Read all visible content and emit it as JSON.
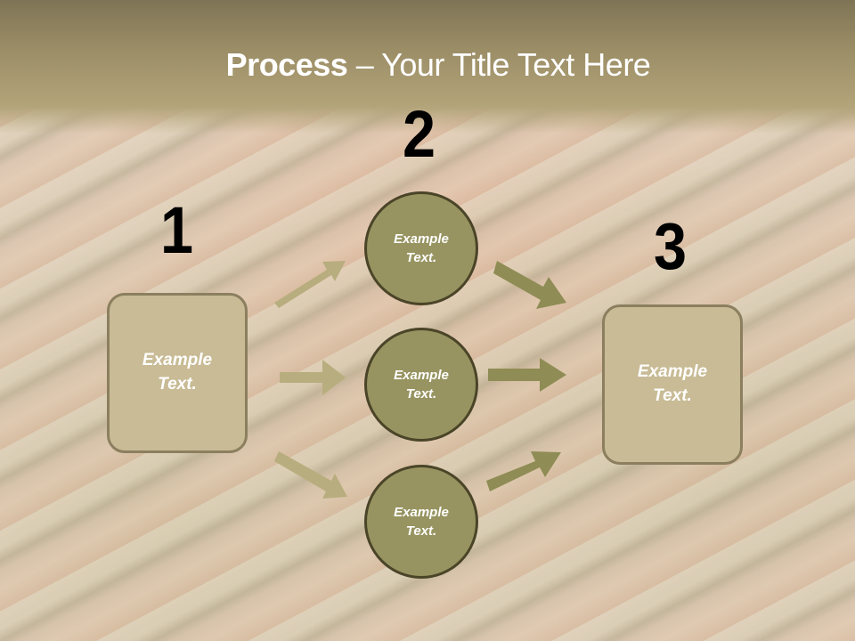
{
  "slide": {
    "title_bold": "Process",
    "title_rest": " – Your Title Text Here",
    "colors": {
      "header_band_top": "#7e7455",
      "header_band_bottom": "#b3a47a",
      "box_fill": "#c8bb95",
      "box_border": "#8b7f5f",
      "circle_fill": "#979461",
      "circle_border": "#4a4428",
      "arrow_left": "#b8ad7e",
      "arrow_right": "#8f8c55",
      "text": "#ffffff",
      "step_number": "#000000"
    }
  },
  "steps": [
    {
      "number": "1",
      "label": "Example\nText."
    },
    {
      "number": "2",
      "label": "Example\nText."
    },
    {
      "number": "3",
      "label": "Example\nText."
    }
  ],
  "middle_circles": [
    {
      "label": "Example\nText."
    },
    {
      "label": "Example\nText."
    },
    {
      "label": "Example\nText."
    }
  ]
}
